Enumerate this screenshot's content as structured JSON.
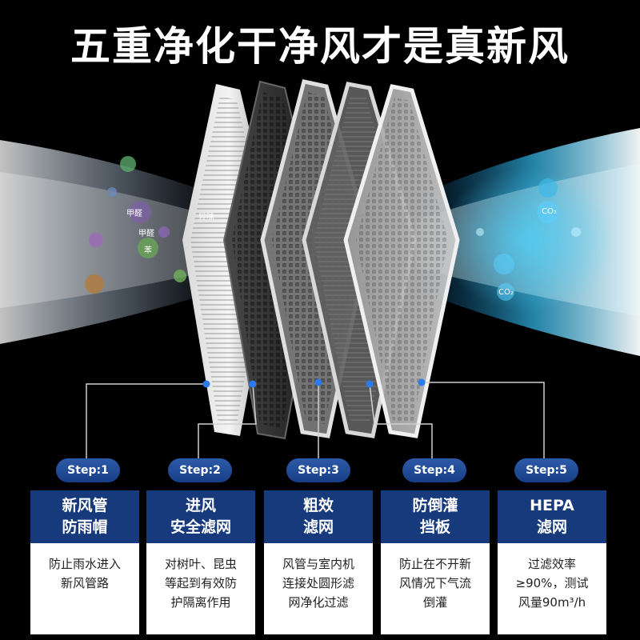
{
  "title": "五重净化干净风才是真新风",
  "colors": {
    "card_header": "#173a7c",
    "badge": "#23499a",
    "marker": "#2a7bf0"
  },
  "pollutant_labels": [
    "甲醛",
    "甲醛",
    "苯",
    "异味"
  ],
  "clean_labels": [
    "CO₂",
    "CO₂"
  ],
  "steps": [
    {
      "badge": "Step:1",
      "head1": "新风管",
      "head2": "防雨帽",
      "desc1": "防止雨水进入",
      "desc2": "新风管路",
      "desc3": ""
    },
    {
      "badge": "Step:2",
      "head1": "进风",
      "head2": "安全滤网",
      "desc1": "对树叶、昆虫",
      "desc2": "等起到有效防",
      "desc3": "护隔离作用"
    },
    {
      "badge": "Step:3",
      "head1": "粗效",
      "head2": "滤网",
      "desc1": "风管与室内机",
      "desc2": "连接处圆形滤",
      "desc3": "网净化过滤"
    },
    {
      "badge": "Step:4",
      "head1": "防倒灌",
      "head2": "挡板",
      "desc1": "防止在不开新",
      "desc2": "风情况下气流",
      "desc3": "倒灌"
    },
    {
      "badge": "Step:5",
      "head1": "HEPA",
      "head2": "滤网",
      "desc1": "过滤效率",
      "desc2": "≥90%，测试",
      "desc3": "风量90m³/h"
    }
  ]
}
